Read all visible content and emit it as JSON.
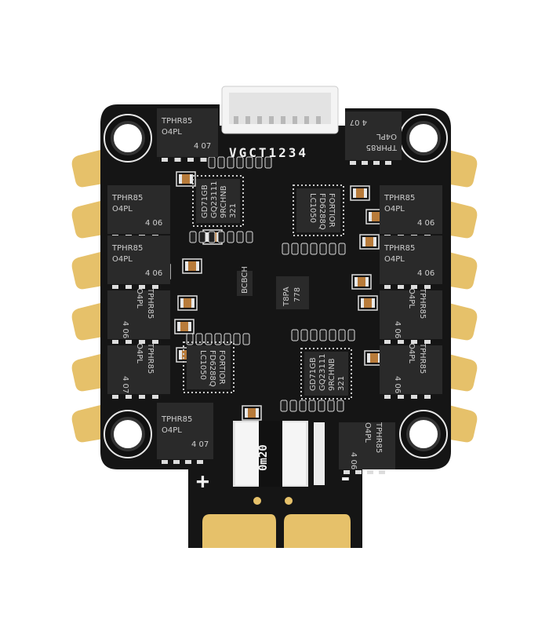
{
  "board": {
    "connector_label": "VGCT1234",
    "shunt_label": "0m20",
    "plus_label": "+",
    "minus_label": "-",
    "colors": {
      "pcb": "#151515",
      "gold": "#e6c16a",
      "silk": "#f2f2f2",
      "chip": "#2a2a2a"
    }
  },
  "mosfets": [
    {
      "line1": "TPHR85",
      "line2": "O4PL",
      "line3": "4 07"
    },
    {
      "line1": "TPHR85",
      "line2": "O4PL",
      "line3": "4 07"
    },
    {
      "line1": "TPHR85",
      "line2": "O4PL",
      "line3": "4 06"
    },
    {
      "line1": "TPHR85",
      "line2": "O4PL",
      "line3": "4 06"
    },
    {
      "line1": "TPHR85",
      "line2": "O4PL",
      "line3": "4 06"
    },
    {
      "line1": "TPHR85",
      "line2": "O4PL",
      "line3": "4 07"
    },
    {
      "line1": "TPHR85",
      "line2": "O4PL",
      "line3": "4 06"
    },
    {
      "line1": "TPHR85",
      "line2": "O4PL",
      "line3": "4 06"
    },
    {
      "line1": "TPHR85",
      "line2": "O4PL",
      "line3": "4 06"
    },
    {
      "line1": "TPHR85",
      "line2": "O4PL",
      "line3": "4 06"
    },
    {
      "line1": "TPHR85",
      "line2": "O4PL",
      "line3": "4 07"
    },
    {
      "line1": "TPHR85",
      "line2": "O4PL",
      "line3": "4 06"
    }
  ],
  "ics": [
    {
      "line1": "GD71GB",
      "line2": "GQ23111",
      "line3": "9RCHNB",
      "line4": "321"
    },
    {
      "line1": "FORTIOR",
      "line2": "FD6288Q",
      "line3": "LC1050",
      "line4": ""
    },
    {
      "line1": "FORTIOR",
      "line2": "FD6288Q",
      "line3": "LC1050",
      "line4": ""
    },
    {
      "line1": "GD71GB",
      "line2": "GQ23111",
      "line3": "9RCHNB",
      "line4": "321"
    }
  ],
  "small_chips": [
    {
      "line1": "T8PA",
      "line2": "778"
    },
    {
      "line1": "BCBCH",
      "line2": ""
    }
  ]
}
